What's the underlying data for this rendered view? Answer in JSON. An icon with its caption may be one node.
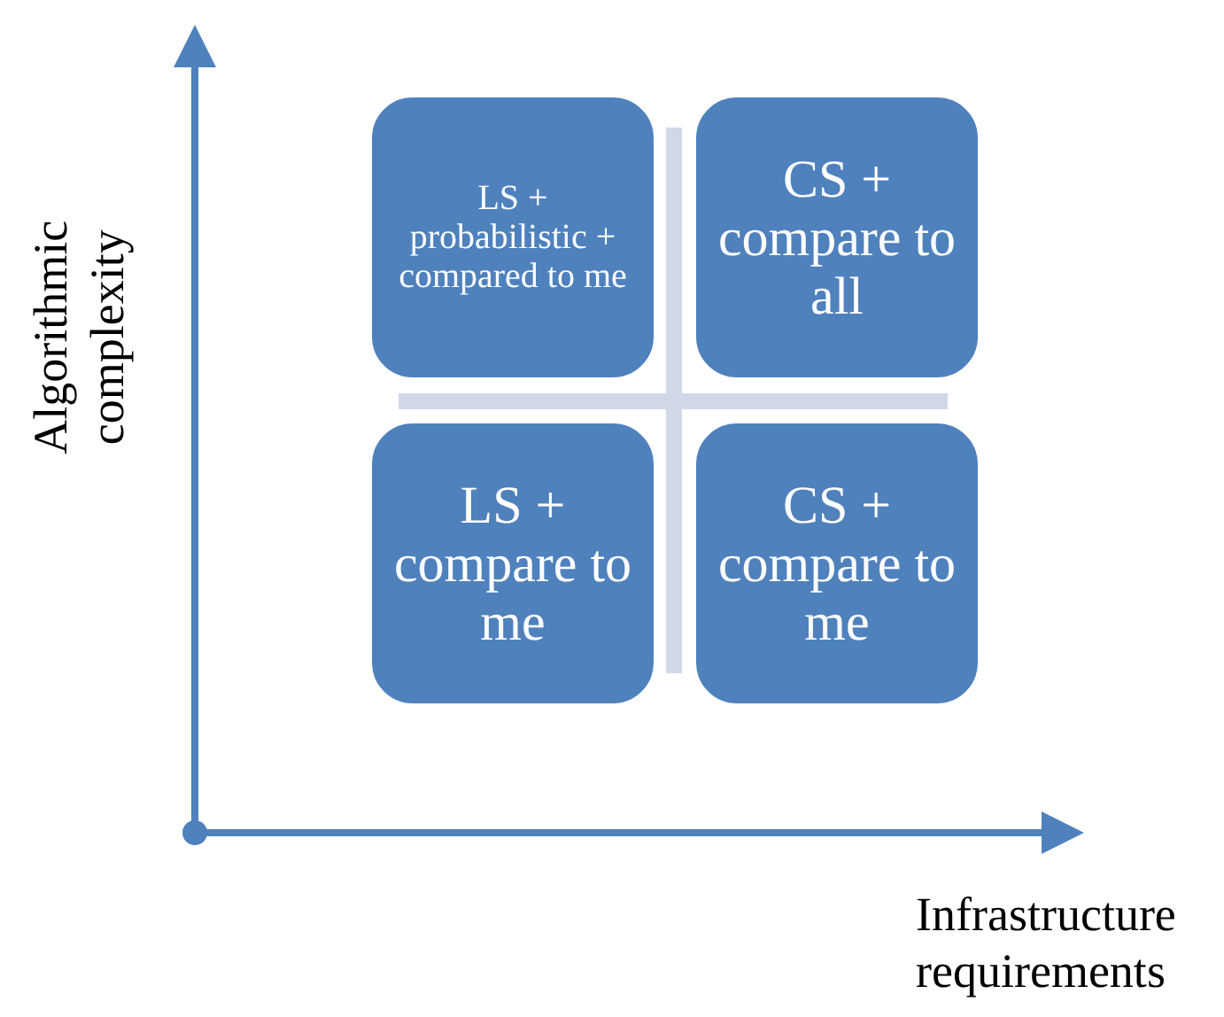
{
  "diagram": {
    "nodes": [
      {
        "text": [
          "LS + probabilistic + compared to me"
        ]
      },
      {
        "text": [
          "CS + compare to all"
        ]
      },
      {
        "text": [
          "LS + compare to me"
        ]
      },
      {
        "text": [
          "CS + compare to me"
        ]
      }
    ],
    "labels": [
      "Algorithmic complexity",
      "Infrastructure requirements"
    ]
  }
}
